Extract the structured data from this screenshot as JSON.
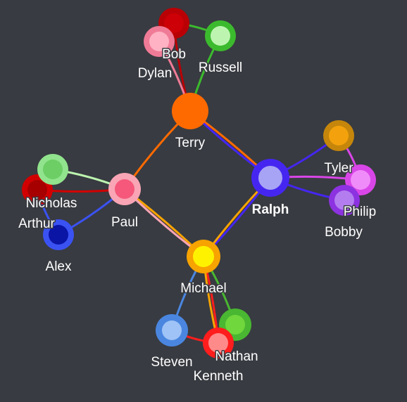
{
  "nodes": [
    {
      "id": "bob",
      "label": "Bob",
      "ring": "#b90005",
      "fill": "#cc0006"
    },
    {
      "id": "dylan",
      "label": "Dylan",
      "ring": "#f07b97",
      "fill": "#ffb2c3"
    },
    {
      "id": "russell",
      "label": "Russell",
      "ring": "#3cba2e",
      "fill": "#bdf5b0"
    },
    {
      "id": "terry",
      "label": "Terry",
      "ring": "#ff6a00",
      "fill": "#ff6a00"
    },
    {
      "id": "tyler",
      "label": "Tyler",
      "ring": "#c5860b",
      "fill": "#f3a20d"
    },
    {
      "id": "philip",
      "label": "Philip",
      "ring": "#d946e8",
      "fill": "#f08cf9"
    },
    {
      "id": "bobby",
      "label": "Bobby",
      "ring": "#8c32e0",
      "fill": "#b37df0"
    },
    {
      "id": "ralph",
      "label": "Ralph",
      "ring": "#4526f1",
      "fill": "#a8a4f5",
      "bold": true
    },
    {
      "id": "nicholas",
      "label": "Nicholas",
      "ring": "#d10000",
      "fill": "#a60000"
    },
    {
      "id": "arthur",
      "label": "Arthur",
      "ring": "#91e48d",
      "fill": "#6cce65"
    },
    {
      "id": "paul",
      "label": "Paul",
      "ring": "#f9a5b5",
      "fill": "#f5587a"
    },
    {
      "id": "alex",
      "label": "Alex",
      "ring": "#3b52f2",
      "fill": "#0a14a5"
    },
    {
      "id": "michael",
      "label": "Michael",
      "ring": "#f7a300",
      "fill": "#fff200"
    },
    {
      "id": "steven",
      "label": "Steven",
      "ring": "#4a86e0",
      "fill": "#9fc3f6"
    },
    {
      "id": "nathan",
      "label": "Nathan",
      "ring": "#49b731",
      "fill": "#70d73c"
    },
    {
      "id": "kenneth",
      "label": "Kenneth",
      "ring": "#ff1d1d",
      "fill": "#ff8a8a"
    }
  ],
  "links": [
    {
      "from": "terry",
      "to": "paul",
      "color": "#ff6a00"
    },
    {
      "from": "terry",
      "to": "ralph",
      "color": "#ff6a00"
    },
    {
      "from": "terry",
      "to": "ralph",
      "color": "#4526f1"
    },
    {
      "from": "ralph",
      "to": "michael",
      "color": "#4526f1"
    },
    {
      "from": "ralph",
      "to": "michael",
      "color": "#f7a300"
    },
    {
      "from": "paul",
      "to": "michael",
      "color": "#f7a300"
    },
    {
      "from": "paul",
      "to": "michael",
      "color": "#f9a5b5"
    },
    {
      "from": "terry",
      "to": "bob",
      "color": "#b90005"
    },
    {
      "from": "terry",
      "to": "dylan",
      "color": "#f07b97"
    },
    {
      "from": "terry",
      "to": "russell",
      "color": "#3cba2e"
    },
    {
      "from": "bob",
      "to": "dylan",
      "color": "#b90005"
    },
    {
      "from": "bob",
      "to": "russell",
      "color": "#3cba2e"
    },
    {
      "from": "ralph",
      "to": "tyler",
      "color": "#4526f1"
    },
    {
      "from": "ralph",
      "to": "philip",
      "color": "#d946e8"
    },
    {
      "from": "ralph",
      "to": "bobby",
      "color": "#4526f1"
    },
    {
      "from": "tyler",
      "to": "philip",
      "color": "#d946e8"
    },
    {
      "from": "philip",
      "to": "bobby",
      "color": "#8c32e0"
    },
    {
      "from": "paul",
      "to": "nicholas",
      "color": "#d10000"
    },
    {
      "from": "paul",
      "to": "arthur",
      "color": "#bdf5b0"
    },
    {
      "from": "paul",
      "to": "alex",
      "color": "#3b52f2"
    },
    {
      "from": "nicholas",
      "to": "alex",
      "color": "#3b52f2"
    },
    {
      "from": "nicholas",
      "to": "arthur",
      "color": "#91e48d"
    },
    {
      "from": "michael",
      "to": "steven",
      "color": "#4a86e0"
    },
    {
      "from": "michael",
      "to": "nathan",
      "color": "#49b731"
    },
    {
      "from": "michael",
      "to": "kenneth",
      "color": "#ff1d1d"
    },
    {
      "from": "michael",
      "to": "kenneth",
      "color": "#f7a300"
    },
    {
      "from": "steven",
      "to": "kenneth",
      "color": "#ff1d1d"
    },
    {
      "from": "nathan",
      "to": "kenneth",
      "color": "#49b731"
    }
  ]
}
